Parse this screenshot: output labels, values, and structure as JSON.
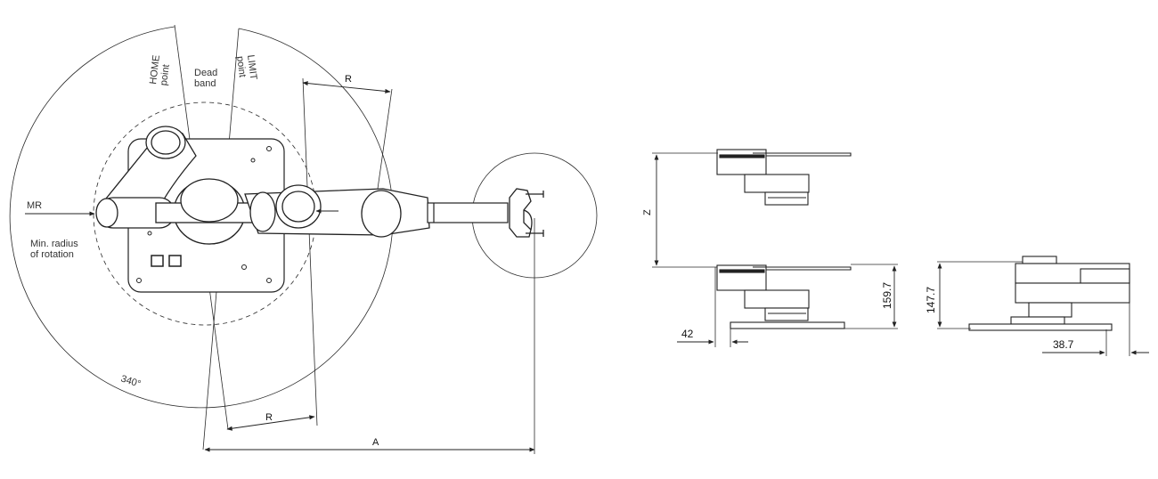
{
  "top_view": {
    "home_point_label": "HOME\npoint",
    "dead_band_label": "Dead\nband",
    "limit_point_label": "LIMIT\npoint",
    "r_label_top": "R",
    "r_label_bottom": "R",
    "a_label": "A",
    "mr_label": "MR",
    "min_radius_label": "Min. radius\nof rotation",
    "angle_label": "340°"
  },
  "side_views": {
    "z_label": "Z",
    "dim_159": "159.7",
    "dim_42": "42",
    "dim_147": "147.7",
    "dim_38": "38.7"
  }
}
